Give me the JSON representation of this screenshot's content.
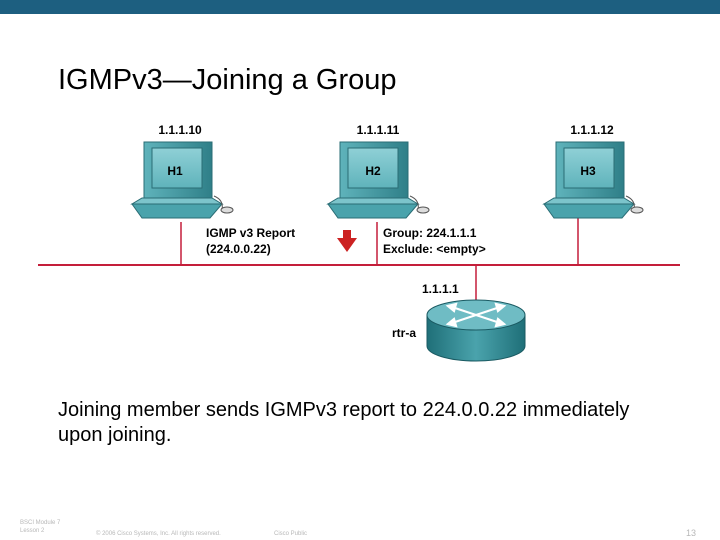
{
  "title": "IGMPv3—Joining a Group",
  "hosts": [
    {
      "name": "H1",
      "ip": "1.1.1.10"
    },
    {
      "name": "H2",
      "ip": "1.1.1.11"
    },
    {
      "name": "H3",
      "ip": "1.1.1.12"
    }
  ],
  "report": {
    "line1": "IGMP v3 Report",
    "line2": "(224.0.0.22)"
  },
  "group_info": {
    "line1": "Group: 224.1.1.1",
    "line2": "Exclude: <empty>"
  },
  "router": {
    "name": "rtr-a",
    "ip": "1.1.1.1"
  },
  "caption": "Joining member sends IGMPv3 report to 224.0.0.22 immediately upon joining.",
  "footer": {
    "module_line1": "BSCI Module 7",
    "module_line2": "Lesson 2",
    "copyright": "© 2006 Cisco Systems, Inc. All rights reserved.",
    "classification": "Cisco Public",
    "page_number": "13"
  },
  "colors": {
    "top_bar": "#1d5f80",
    "lan_line": "#c41e3a",
    "arrow": "#cc2222",
    "device": "#3e9aa4"
  }
}
